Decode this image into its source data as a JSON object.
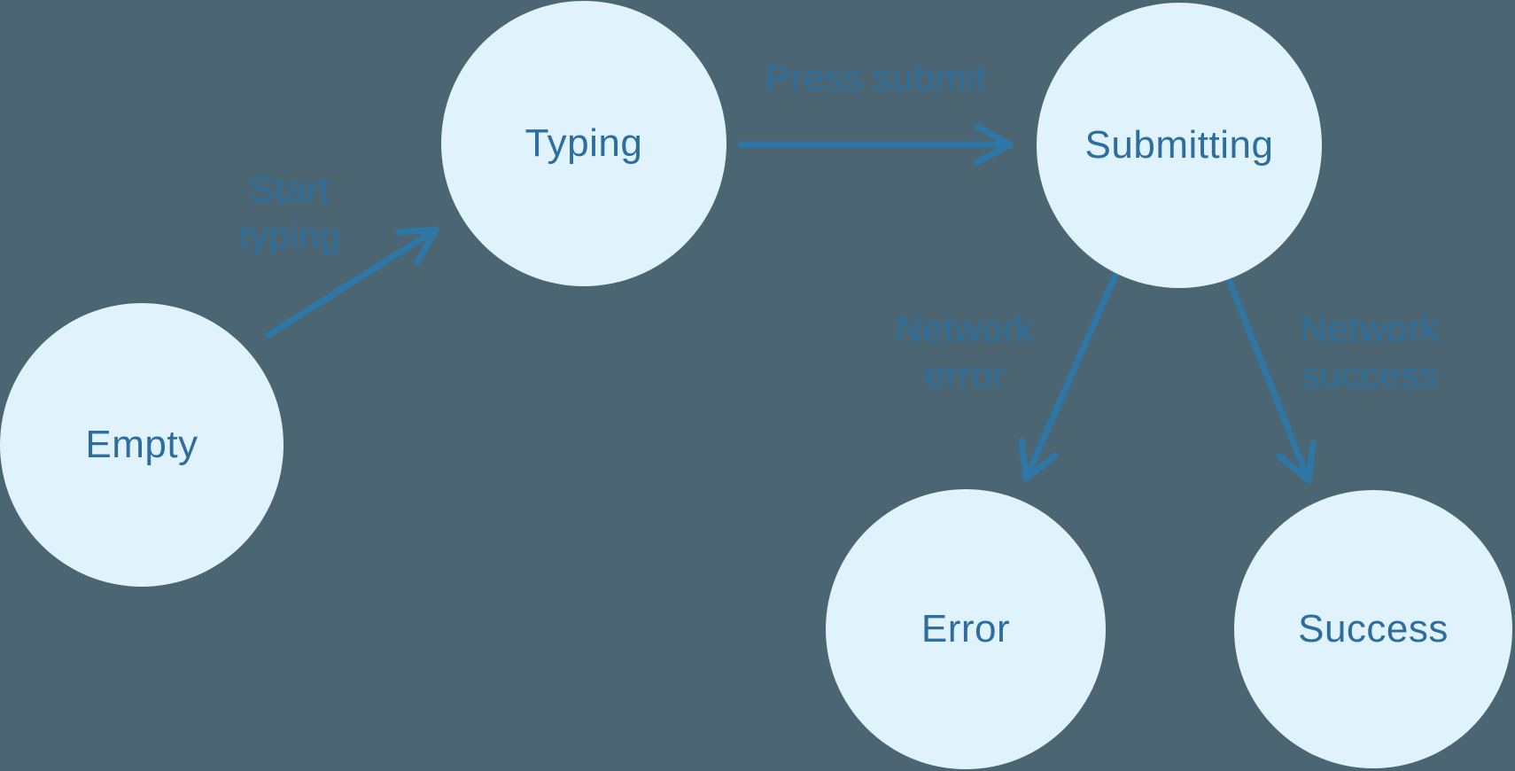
{
  "colors": {
    "background": "#4b6672",
    "node_fill": "#e0f2fc",
    "node_text": "#2d6e9e",
    "edge_stroke": "#2e76a5",
    "edge_label": "#2d6f9c"
  },
  "nodes": [
    {
      "id": "empty",
      "label": "Empty"
    },
    {
      "id": "typing",
      "label": "Typing"
    },
    {
      "id": "submitting",
      "label": "Submitting"
    },
    {
      "id": "error",
      "label": "Error"
    },
    {
      "id": "success",
      "label": "Success"
    }
  ],
  "edges": [
    {
      "id": "empty-typing",
      "from": "empty",
      "to": "typing",
      "label": "Start typing"
    },
    {
      "id": "typing-submitting",
      "from": "typing",
      "to": "submitting",
      "label": "Press submit"
    },
    {
      "id": "submitting-error",
      "from": "submitting",
      "to": "error",
      "label": "Network error"
    },
    {
      "id": "submitting-success",
      "from": "submitting",
      "to": "success",
      "label": "Network success"
    }
  ]
}
